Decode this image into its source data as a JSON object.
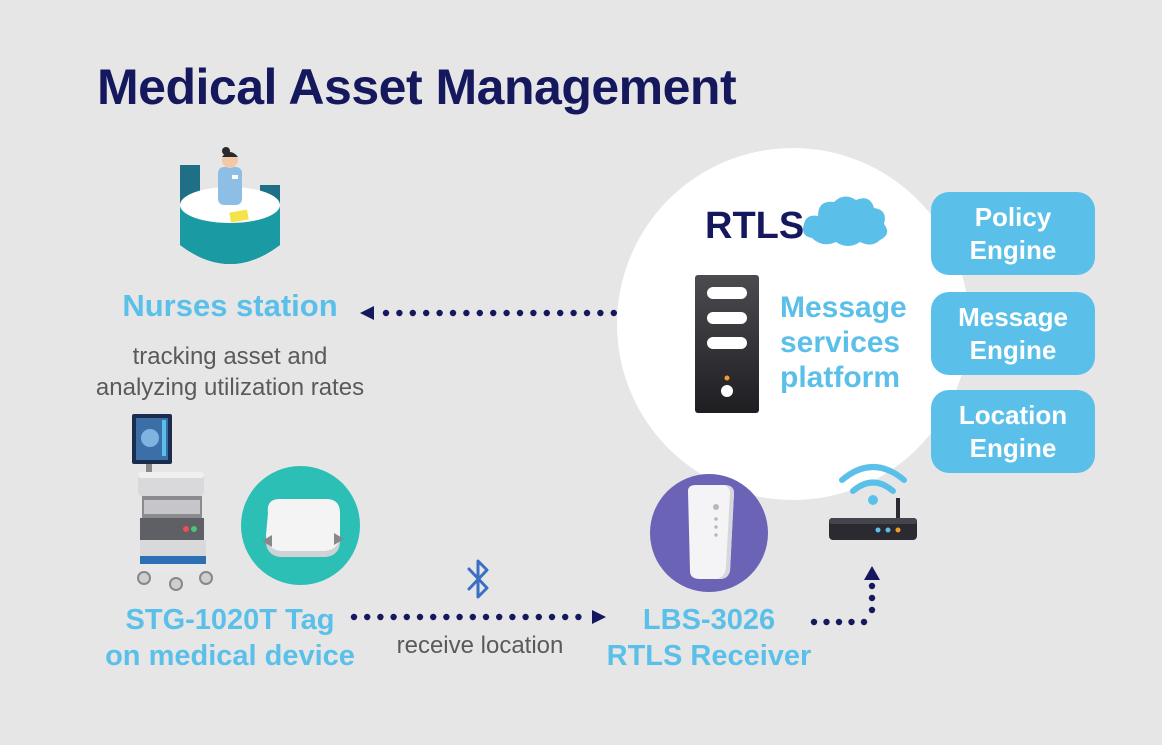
{
  "title": "Medical Asset Management",
  "nurses_station": {
    "label": "Nurses station",
    "description_line1": "tracking asset and",
    "description_line2": "analyzing utilization rates"
  },
  "rtls": {
    "label": "RTLS",
    "server_label_line1": "Message",
    "server_label_line2": "services",
    "server_label_line3": "platform"
  },
  "engines": [
    {
      "line1": "Policy",
      "line2": "Engine"
    },
    {
      "line1": "Message",
      "line2": "Engine"
    },
    {
      "line1": "Location",
      "line2": "Engine"
    }
  ],
  "tag": {
    "line1": "STG-1020T Tag",
    "line2": "on medical device"
  },
  "connector": {
    "label": "receive location"
  },
  "receiver": {
    "line1": "LBS-3026",
    "line2": "RTLS Receiver"
  },
  "colors": {
    "navy": "#16185e",
    "accent_blue": "#5bc0e9",
    "teal": "#2cbfb5",
    "purple": "#6b63b5",
    "background": "#e6e6e7"
  },
  "icons": [
    "nurse-station-icon",
    "cloud-icon",
    "server-icon",
    "wifi-router-icon",
    "bluetooth-icon",
    "medical-cart-icon",
    "tag-device-icon",
    "receiver-device-icon"
  ]
}
